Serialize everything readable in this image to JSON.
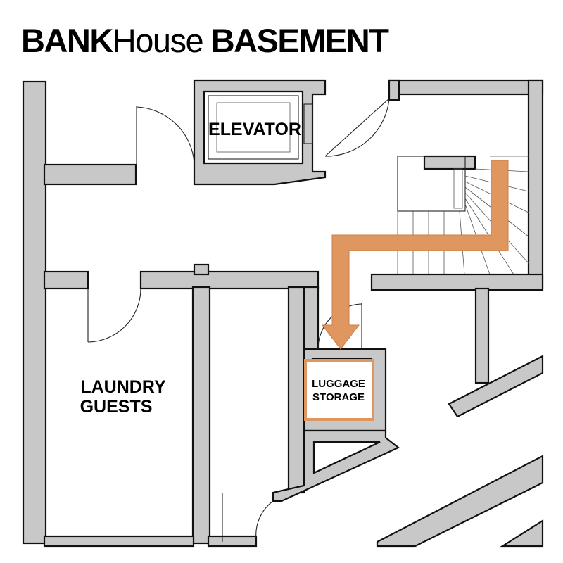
{
  "title": {
    "bank": "BANK",
    "house": "House",
    "basement": "BASEMENT"
  },
  "rooms": {
    "elevator": "ELEVATOR",
    "laundry_line1": "LAUNDRY",
    "laundry_line2": "GUESTS",
    "luggage_line1": "LUGGAGE",
    "luggage_line2": "STORAGE"
  },
  "colors": {
    "wall_fill": "#c8c8c8",
    "wall_stroke": "#111111",
    "route_arrow": "#e0975f",
    "luggage_border": "#e0975f",
    "background": "#ffffff"
  }
}
